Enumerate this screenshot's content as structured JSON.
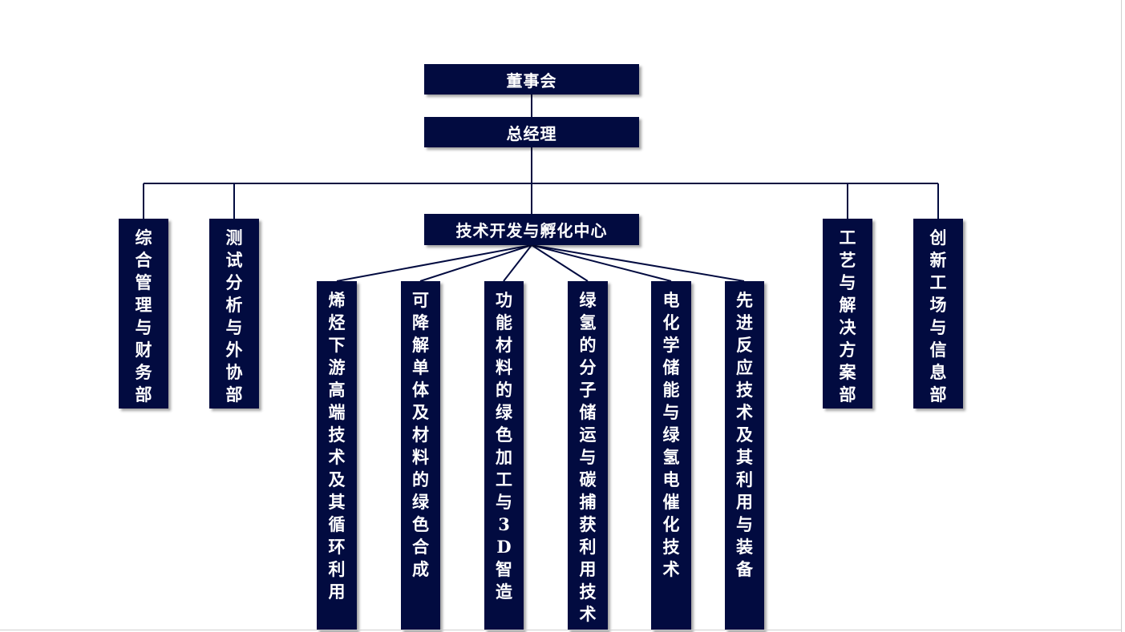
{
  "diagram": {
    "board": "董事会",
    "gm": "总经理",
    "center": "技术开发与孵化中心",
    "left_depts": [
      "综合管理与财务部",
      "测试分析与外协部"
    ],
    "right_depts": [
      "工艺与解决方案部",
      "创新工场与信息部"
    ],
    "center_units": [
      "烯烃下游高端技术及其循环利用",
      "可降解单体及材料的绿色合成",
      "功能材料的绿色加工与3D智造",
      "绿氢的分子储运与碳捕获利用技术",
      "电化学储能与绿氢电催化技术",
      "先进反应技术及其利用与装备"
    ],
    "colors": {
      "box": "#020b40",
      "text": "#ffffff",
      "line": "#020b40"
    }
  }
}
